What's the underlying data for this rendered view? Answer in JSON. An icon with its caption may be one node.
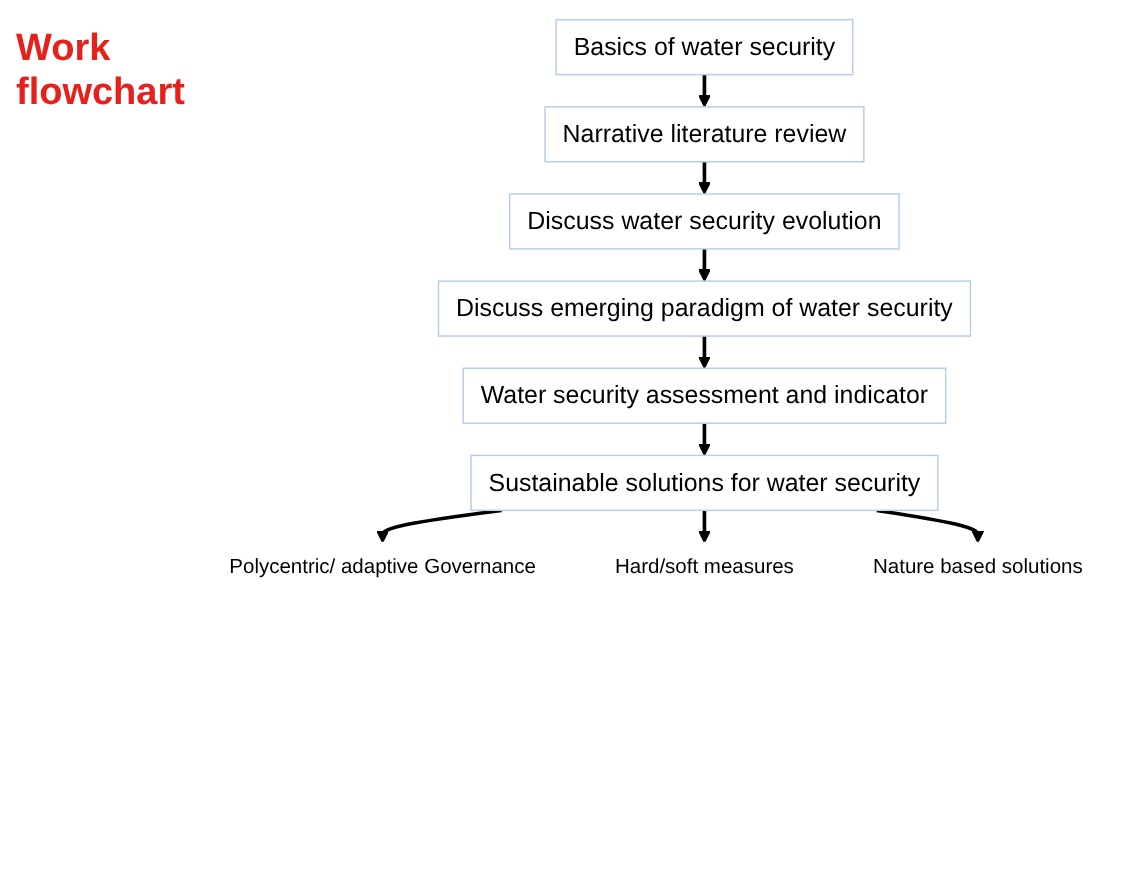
{
  "diagram": {
    "title": "Work flowchart",
    "nodes": [
      {
        "text": [
          "Basics of water security"
        ]
      },
      {
        "text": [
          "Narrative literature review"
        ]
      },
      {
        "text": [
          "Discuss water security evolution"
        ]
      },
      {
        "text": [
          "Discuss emerging paradigm of water security"
        ]
      },
      {
        "text": [
          "Water security assessment and indicator"
        ]
      },
      {
        "text": [
          "Sustainable solutions for water security"
        ]
      },
      {
        "text": [
          "Polycentric/ adaptive Governance"
        ]
      },
      {
        "text": [
          "Hard/soft measures"
        ]
      },
      {
        "text": [
          "Nature based solutions"
        ]
      }
    ],
    "edges": [
      {
        "from": 0,
        "to": 1,
        "arrow": "to"
      },
      {
        "from": 1,
        "to": 2,
        "arrow": "to"
      },
      {
        "from": 2,
        "to": 3,
        "arrow": "to"
      },
      {
        "from": 3,
        "to": 4,
        "arrow": "to"
      },
      {
        "from": 4,
        "to": 5,
        "arrow": "to"
      },
      {
        "from": 5,
        "to": 6,
        "arrow": "to"
      },
      {
        "from": 5,
        "to": 7,
        "arrow": "to"
      },
      {
        "from": 5,
        "to": 8,
        "arrow": "to"
      }
    ]
  }
}
